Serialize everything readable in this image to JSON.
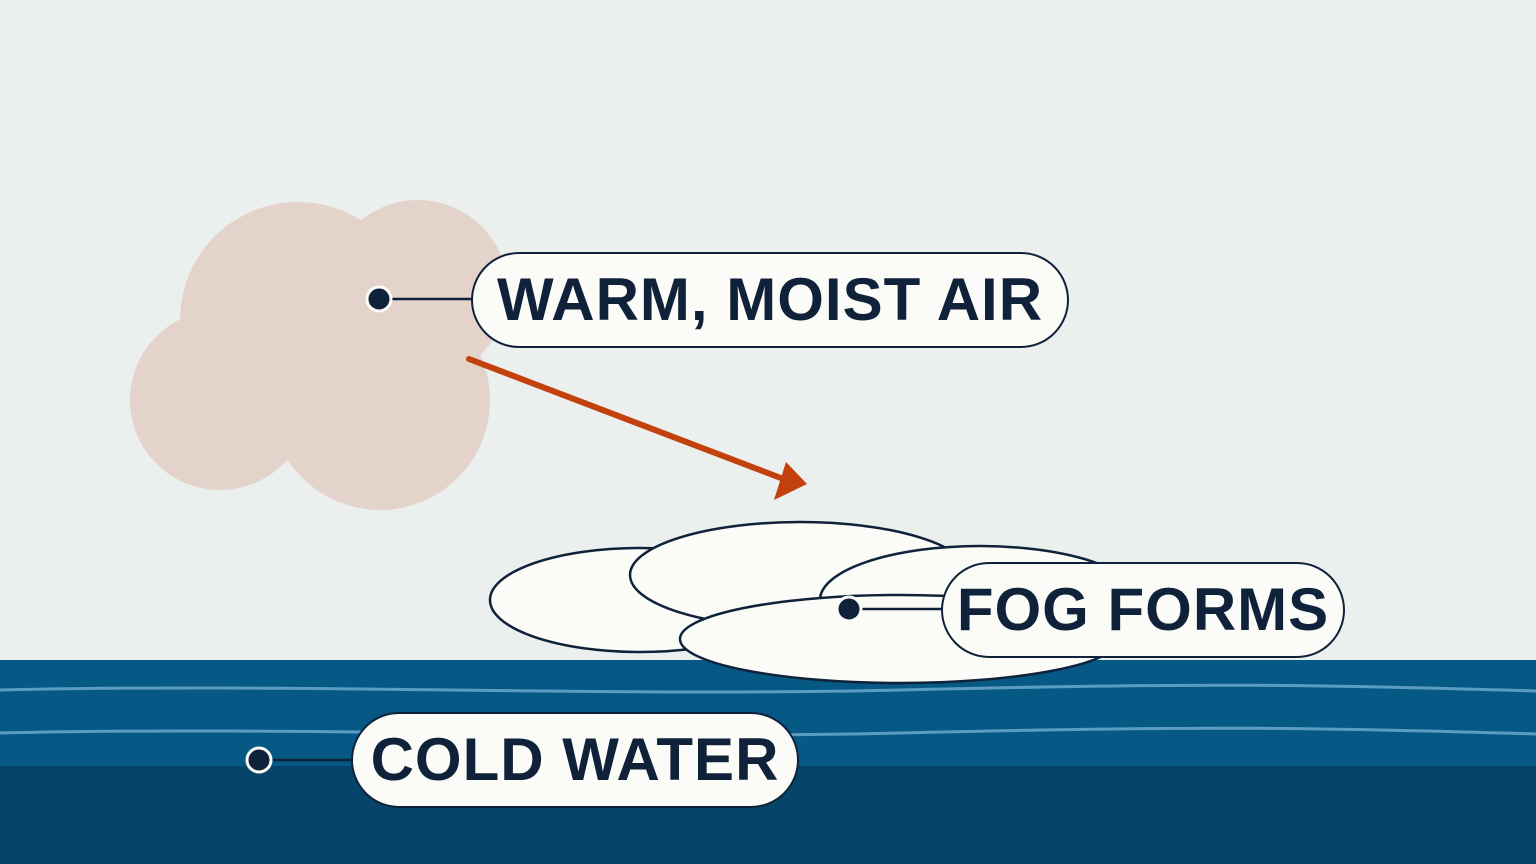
{
  "labels": {
    "warm_air": "WARM, MOIST AIR",
    "fog": "FOG FORMS",
    "cold_water": "COLD WATER"
  },
  "colors": {
    "sky": "#ebefee",
    "warm_cloud": "#e4d3cb",
    "fog": "#fbfbf7",
    "outline": "#0f2239",
    "arrow": "#c2410c",
    "water_top": "#075985",
    "water_deep": "#07446a",
    "wave": "#5b9cc1"
  }
}
